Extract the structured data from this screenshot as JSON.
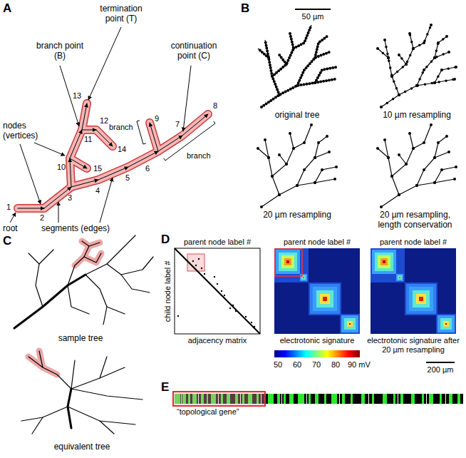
{
  "diagram": {
    "labels": [
      "A",
      "termination point (T)",
      "branch point (B)",
      "13",
      "11",
      "12",
      "14",
      "continuation point (C)",
      "9",
      "branch",
      "nodes (vertices)",
      "10",
      "15",
      "1",
      "2",
      "3",
      "4",
      "5",
      "6",
      "7",
      "8",
      "branch",
      "root",
      "segments (edges)",
      "B",
      "50 µm",
      "original tree",
      "10 µm resampling",
      "20 µm resampling",
      "20 µm resampling, length conservation",
      "C",
      "sample tree",
      "equivalent tree",
      "D",
      "parent node label #",
      "child node label #",
      "parent node label #",
      "parent node label #",
      "adjacency matrix",
      "electrotonic signature",
      "electrotonic signature after 20 µm resampling",
      "50",
      "60",
      "70",
      "80",
      "90 mV",
      "200 µm",
      "E",
      "“topological gene”"
    ]
  }
}
